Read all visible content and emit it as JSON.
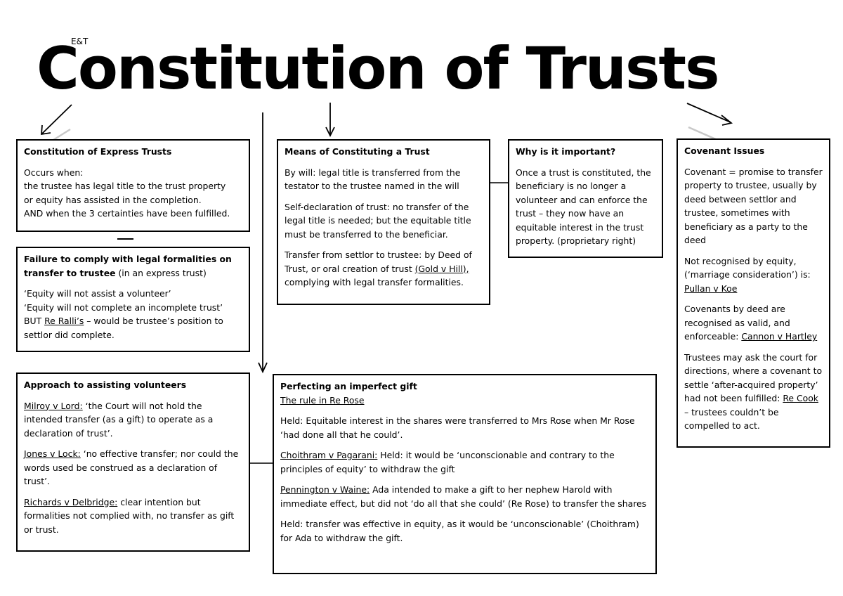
{
  "tag": "E&T",
  "title": "Constitution of Trusts",
  "express": {
    "heading": "Constitution of Express Trusts",
    "lines": [
      "Occurs when:",
      "the trustee has legal title to the trust property",
      "or equity has assisted in the completion.",
      "AND when the 3 certainties have been fulfilled."
    ]
  },
  "failure": {
    "heading": "Failure to comply with legal formalities on transfer to trustee",
    "heading_suffix": " (in an express trust)",
    "line1": "‘Equity will not assist a volunteer’",
    "line2": "‘Equity will not complete an incomplete trust’",
    "line3_pre": "BUT ",
    "line3_case": "Re Ralli’s",
    "line3_post": " – would be trustee’s position to settlor did complete."
  },
  "approach": {
    "heading": "Approach to assisting volunteers",
    "items": [
      {
        "case": "Milroy v Lord:",
        "text": " ‘the Court will not hold the intended transfer (as a gift) to operate as a declaration of trust’."
      },
      {
        "case": "Jones v Lock:",
        "text": " ‘no effective transfer; nor could the words used be construed as a declaration of trust’."
      },
      {
        "case": "Richards v Delbridge:",
        "text": "  clear intention but formalities not complied with, no transfer as gift or trust."
      }
    ]
  },
  "means": {
    "heading": "Means of Constituting a Trust",
    "p1": "By will: legal title is transferred from the testator to the trustee named in the will",
    "p2": "Self-declaration of trust: no transfer of the legal title is needed; but the equitable title must be transferred to the beneficiar.",
    "p3_pre": "Transfer from settlor to trustee: by Deed of Trust, or oral creation of trust ",
    "p3_case": "(Gold v Hill),",
    "p3_post": " complying with legal transfer formalities."
  },
  "why": {
    "heading": "Why is it important?",
    "text": "Once a trust is constituted, the beneficiary is no longer a volunteer and can enforce the trust – they now have an equitable interest in the trust property. (proprietary right)"
  },
  "covenant": {
    "heading": "Covenant Issues",
    "p1": "Covenant = promise to transfer property to trustee, usually by deed between settlor and trustee, sometimes with beneficiary as a party to the deed",
    "p2_pre": "Not recognised by equity, (‘marriage consideration’) is: ",
    "p2_case": "Pullan v Koe",
    "p3_pre": "Covenants by deed are recognised as valid, and enforceable: ",
    "p3_case": "Cannon v Hartley",
    "p4_pre": "Trustees may ask the court for directions, where a covenant to settle ‘after-acquired property’ had not been fulfilled: ",
    "p4_case": "Re Cook ",
    "p4_post": "– trustees couldn’t be compelled to act."
  },
  "perfecting": {
    "heading": "Perfecting an imperfect gift",
    "subheading": "The rule in Re Rose",
    "p1": "Held: Equitable interest in the shares were transferred to Mrs Rose when Mr Rose ‘had done all that he could’.",
    "p2_case": "Choithram v Pagarani:",
    "p2_text": " Held: it would be ‘unconscionable and contrary to the principles of equity’ to withdraw the gift",
    "p3_case": "Pennington v Waine:",
    "p3_text": " Ada intended to make a gift to her nephew Harold with immediate effect, but did not ‘do all that she could’ (Re Rose) to transfer the shares",
    "p4": "Held: transfer was effective in equity, as it would be ‘unconscionable’ (Choithram) for Ada to withdraw the gift."
  }
}
